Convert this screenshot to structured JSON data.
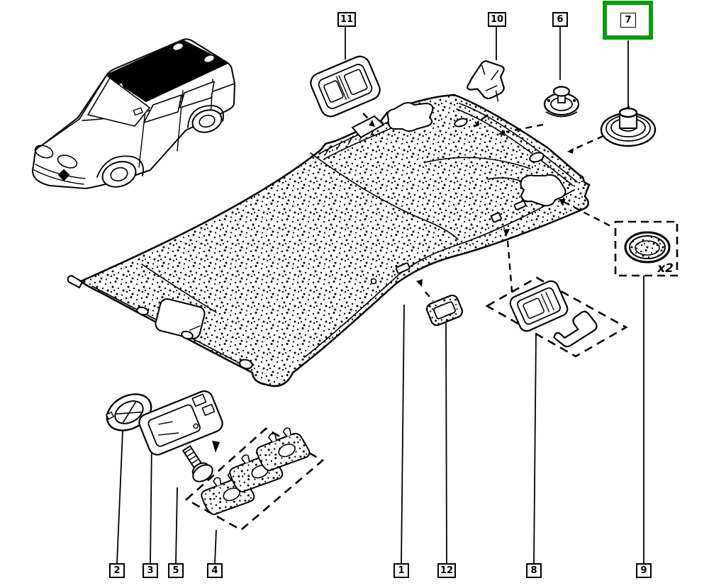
{
  "diagram": {
    "kind": "exploded-parts-view",
    "subject": "roof-headliner-and-interior-trim",
    "line_color": "#000000",
    "background": "#ffffff",
    "highlight_color": "#0b9b10",
    "selected_part": "7",
    "quantity_badge": "x2",
    "callouts": {
      "k1": {
        "label": "1"
      },
      "k2": {
        "label": "2"
      },
      "k3": {
        "label": "3"
      },
      "k4": {
        "label": "4"
      },
      "k5": {
        "label": "5"
      },
      "k6": {
        "label": "6"
      },
      "k7": {
        "label": "7"
      },
      "k8": {
        "label": "8"
      },
      "k9": {
        "label": "9"
      },
      "k10": {
        "label": "10"
      },
      "k11": {
        "label": "11"
      },
      "k12": {
        "label": "12"
      }
    }
  }
}
